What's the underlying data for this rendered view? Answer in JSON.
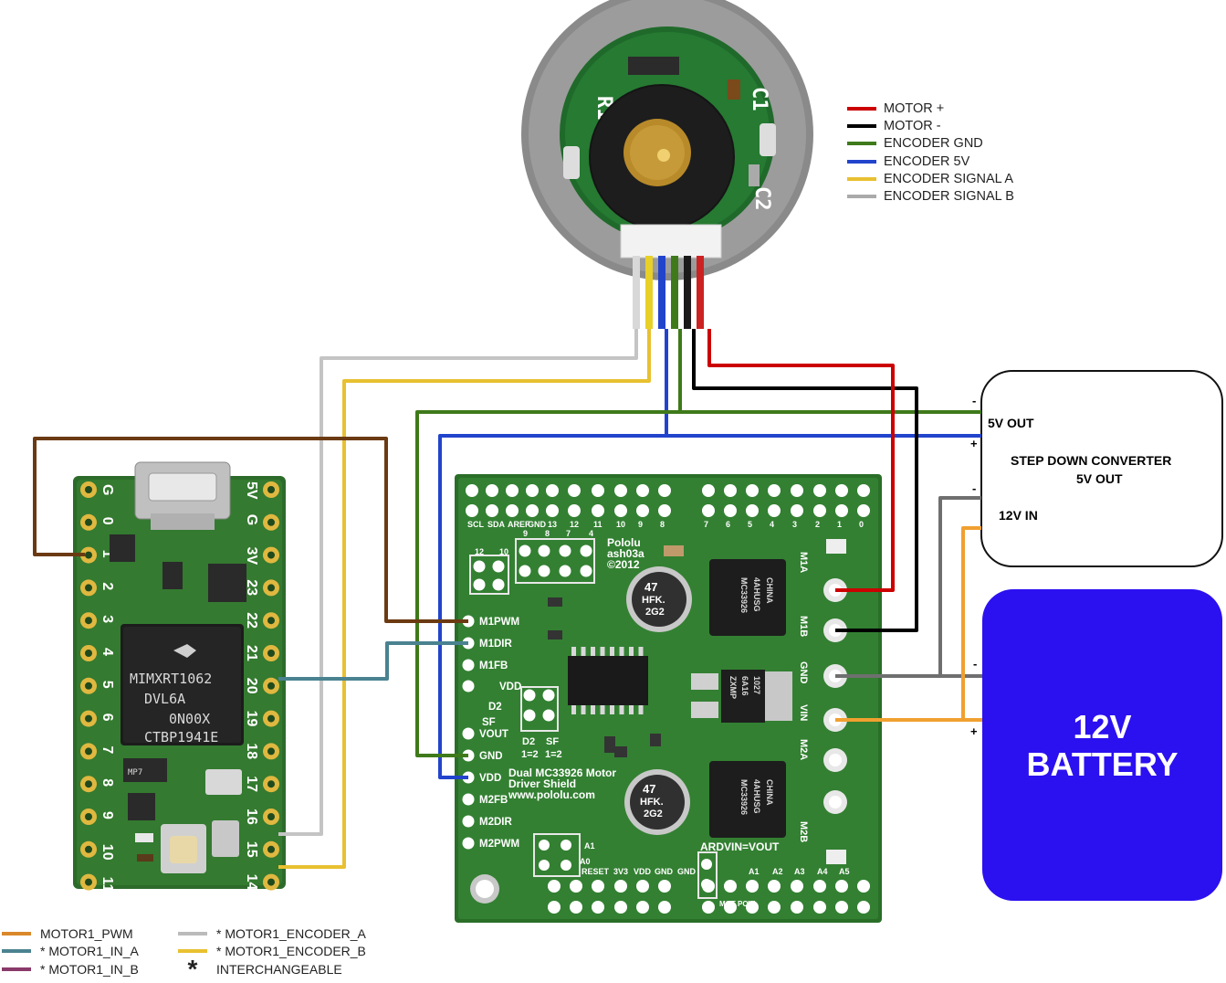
{
  "legend": {
    "items": [
      {
        "label": "MOTOR +",
        "color": "#cc0000"
      },
      {
        "label": "MOTOR -",
        "color": "#000000"
      },
      {
        "label": "ENCODER GND",
        "color": "#3f7a1a"
      },
      {
        "label": "ENCODER 5V",
        "color": "#2244cc"
      },
      {
        "label": "ENCODER SIGNAL A",
        "color": "#e8c030"
      },
      {
        "label": "ENCODER SIGNAL B",
        "color": "#aaaaaa"
      }
    ]
  },
  "bottom_legend": {
    "left": [
      {
        "label": "MOTOR1_PWM",
        "color": "#d9882a"
      },
      {
        "label": "* MOTOR1_IN_A",
        "color": "#4a8290"
      },
      {
        "label": "* MOTOR1_IN_B",
        "color": "#8a3a6a"
      }
    ],
    "right": [
      {
        "label": "* MOTOR1_ENCODER_A",
        "color": "#bbbbbb"
      },
      {
        "label": "* MOTOR1_ENCODER_B",
        "color": "#e8c030"
      }
    ],
    "star_label": "INTERCHANGEABLE",
    "star_symbol": "*"
  },
  "converter": {
    "title_line1": "STEP DOWN CONVERTER",
    "title_line2": "5V OUT",
    "out_label": "5V OUT",
    "in_label": "12V IN",
    "minus": "-",
    "plus": "+"
  },
  "battery": {
    "line1": "12V",
    "line2": "BATTERY",
    "minus": "-",
    "plus": "+",
    "color": "#2b10f0"
  },
  "motor_driver": {
    "pins_left": [
      "M1PWM",
      "M1DIR",
      "M1FB",
      "VDD",
      "D2",
      "SF",
      "VOUT",
      "GND",
      "VDD",
      "M2FB",
      "M2DIR",
      "M2PWM"
    ],
    "top_pins": [
      "SCL",
      "SDA",
      "AREF",
      "GND",
      "13",
      "12",
      "11",
      "10",
      "9",
      "8",
      "7",
      "6",
      "5",
      "4",
      "3",
      "2",
      "1",
      "0"
    ],
    "bottom_pins": [
      "RESET",
      "3V3",
      "VDD",
      "GND",
      "GND",
      "A0",
      "A1",
      "A2",
      "A3",
      "A4",
      "A5"
    ],
    "right_terminals": [
      "M1A",
      "M1B",
      "GND",
      "VIN",
      "M2A",
      "M2B"
    ],
    "brand": "Pololu",
    "part": "ash03a",
    "year": "©2012",
    "name_line1": "Dual MC33926 Motor",
    "name_line2": "Driver Shield",
    "url": "www.pololu.com",
    "jumper_labels": [
      "D2",
      "SF",
      "1=2",
      "1=2"
    ],
    "ardvin": "ARDVIN=VOUT",
    "motpow": "MOT POW",
    "header_nums": [
      "12",
      "10",
      "9",
      "8",
      "7",
      "4"
    ],
    "cap_text": [
      "47",
      "HFK.",
      "2G2"
    ],
    "chip_text": [
      "MC33926",
      "4AHUSG",
      "CHINA"
    ],
    "reg_text": [
      "ZXMP",
      "6A16",
      "1027"
    ]
  },
  "teensy": {
    "left_pins": [
      "G",
      "0",
      "1",
      "2",
      "3",
      "4",
      "5",
      "6",
      "7",
      "8",
      "9",
      "10",
      "11"
    ],
    "right_pins": [
      "5V",
      "G",
      "3V",
      "23",
      "22",
      "21",
      "20",
      "19",
      "18",
      "17",
      "16",
      "15",
      "14"
    ],
    "chip_lines": [
      "MIMXRT1062",
      "DVL6A",
      "0N00X",
      "CTBP1941E"
    ],
    "small_chip": "MP7"
  },
  "encoder": {
    "labels": [
      "C1",
      "C2",
      "R1"
    ]
  }
}
